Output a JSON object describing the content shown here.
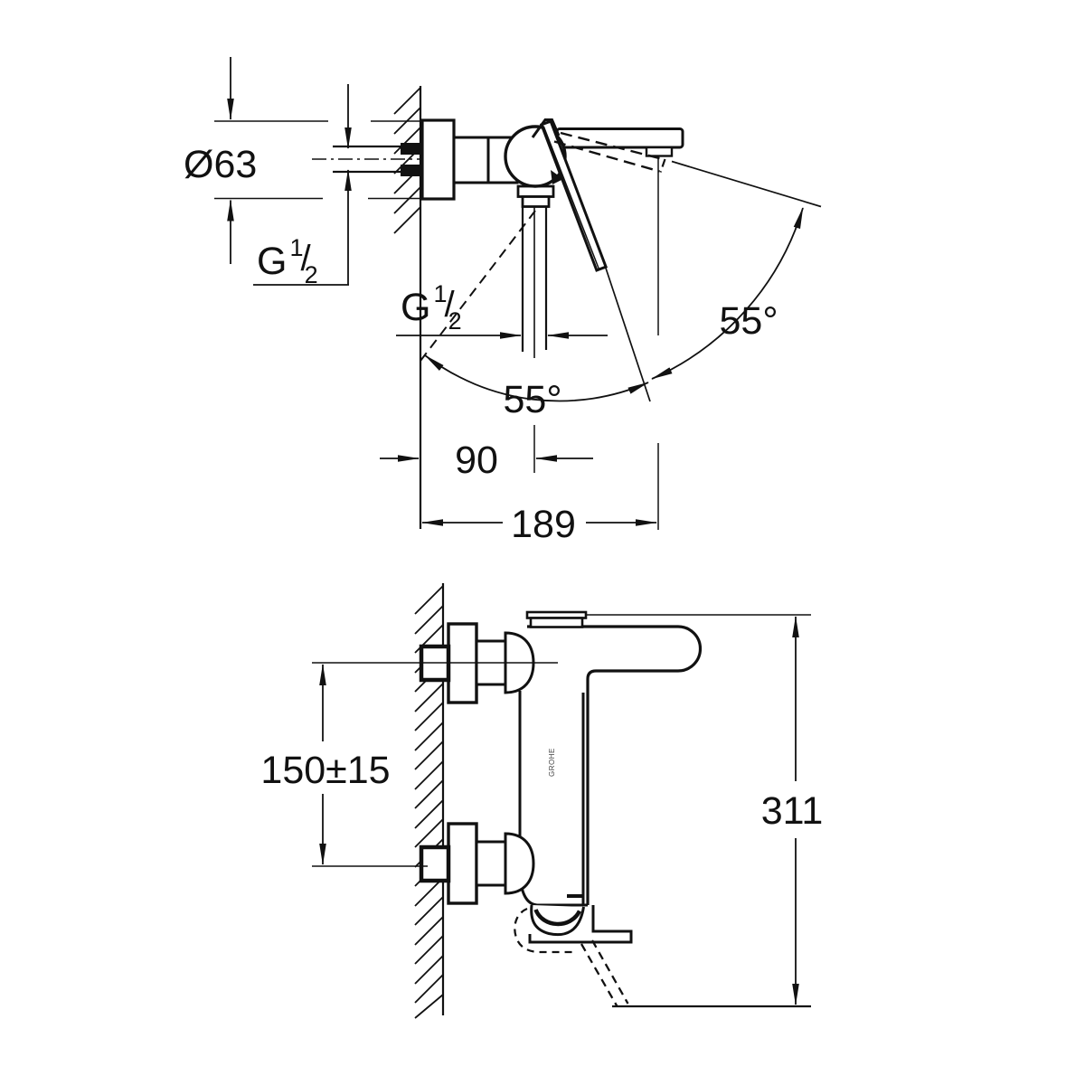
{
  "drawing": {
    "background": "#ffffff",
    "line_color": "#111111",
    "brand": "GROHE",
    "top_view": {
      "dims": {
        "flange_diameter": "Ø63",
        "thread": {
          "base": "G",
          "sup": "1",
          "slash": "/",
          "sub": "2"
        },
        "angle_upper": "55°",
        "angle_lower": "55°",
        "depth_to_outlet": "90",
        "total_depth": "189"
      }
    },
    "front_view": {
      "dims": {
        "inlet_spacing": "150±15",
        "total_height": "311"
      }
    }
  }
}
